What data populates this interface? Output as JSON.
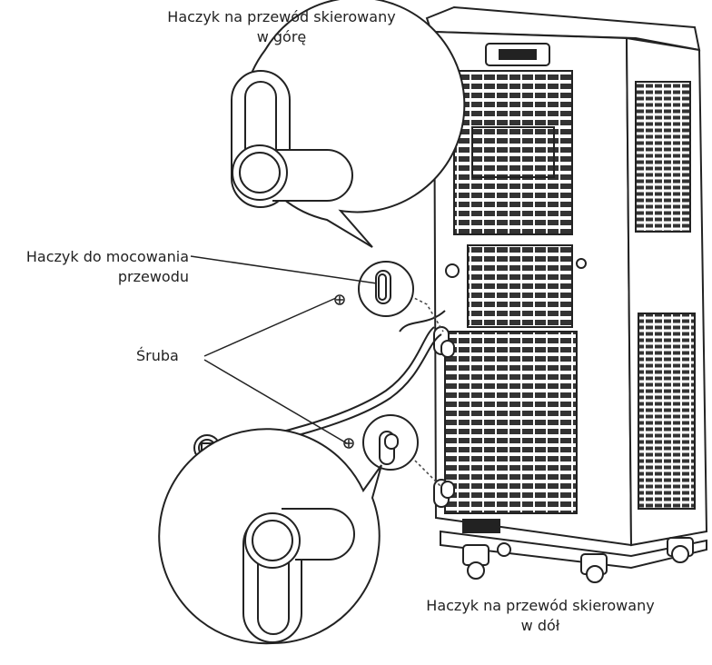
{
  "labels": {
    "hook_up_line1": "Haczyk na przewód skierowany",
    "hook_up_line2": "w górę",
    "mount_hook_line1": "Haczyk do mocowania",
    "mount_hook_line2": "przewodu",
    "screw": "Śruba",
    "hook_down_line1": "Haczyk na przewód skierowany",
    "hook_down_line2": "w dół"
  },
  "colors": {
    "ink": "#222222",
    "background": "#ffffff"
  }
}
